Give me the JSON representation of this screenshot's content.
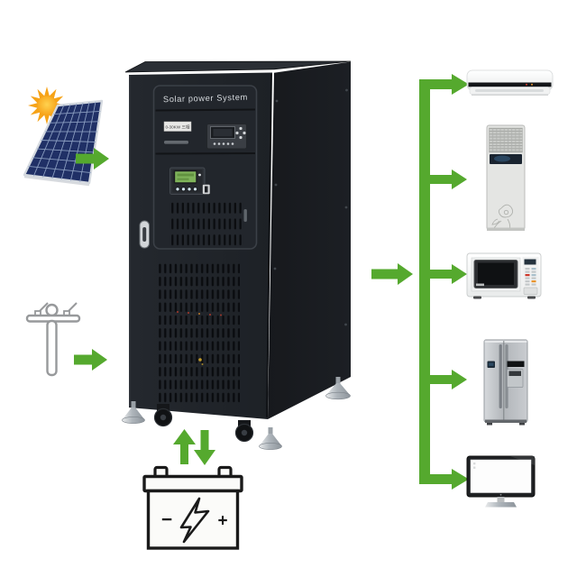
{
  "scene": {
    "description": "solar power system energy flow diagram",
    "background": "#ffffff"
  },
  "inverter": {
    "title": "Solar power System",
    "model_label": "0-30KW 三相"
  },
  "battery": {
    "minus_label": "−",
    "plus_label": "+"
  },
  "icons": {
    "sun": "sun-icon",
    "solar_panel": "solar-panel-icon",
    "power_pole": "power-pole-icon",
    "inverter_cabinet": "inverter-cabinet",
    "battery": "battery-icon",
    "lightning": "lightning-bolt-icon",
    "air_conditioner": "split-air-conditioner-icon",
    "floor_air_conditioner": "floor-standing-air-conditioner-icon",
    "microwave": "microwave-oven-icon",
    "refrigerator": "refrigerator-icon",
    "monitor": "computer-monitor-icon"
  },
  "colors": {
    "arrow_green": "#55a92e",
    "cabinet_dark": "#1f2328",
    "sun_orange": "#f6a318",
    "solar_panel_navy": "#203066",
    "battery_outline": "#1a1a1a"
  }
}
